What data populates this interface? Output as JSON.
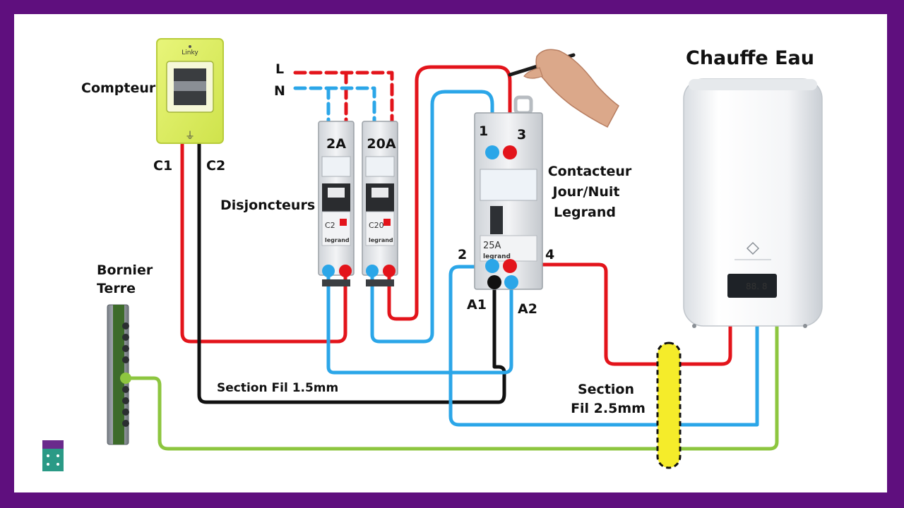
{
  "labels": {
    "title": "Chauffe Eau",
    "meter": "Compteur",
    "meter_brand": "Linky",
    "meter_c1": "C1",
    "meter_c2": "C2",
    "line_L": "L",
    "line_N": "N",
    "breakers": "Disjoncteurs",
    "breaker_a_rating": "2A",
    "breaker_b_rating": "20A",
    "breaker_a_code": "C2",
    "breaker_b_code": "C20",
    "breaker_brand": "legrand",
    "contactor_line1": "Contacteur",
    "contactor_line2": "Jour/Nuit",
    "contactor_line3": "Legrand",
    "contactor_rating": "25A",
    "contactor_brand": "legrand",
    "term_1": "1",
    "term_2": "2",
    "term_3": "3",
    "term_4": "4",
    "term_a1": "A1",
    "term_a2": "A2",
    "earth_line1": "Bornier",
    "earth_line2": "Terre",
    "wire_small": "Section Fil 1.5mm",
    "wire_large_line1": "Section",
    "wire_large_line2": "Fil 2.5mm",
    "heater_display": "88. 8"
  },
  "colors": {
    "background_frame": "#5f0f7e",
    "phase": "#e3141b",
    "neutral": "#2ba6e8",
    "earth": "#8dc63f",
    "control": "#111111",
    "meter_body": "#dcf060",
    "gland": "#f5ec2a"
  },
  "icons": [
    "hand-with-pen-icon",
    "channel-logo-icon"
  ]
}
